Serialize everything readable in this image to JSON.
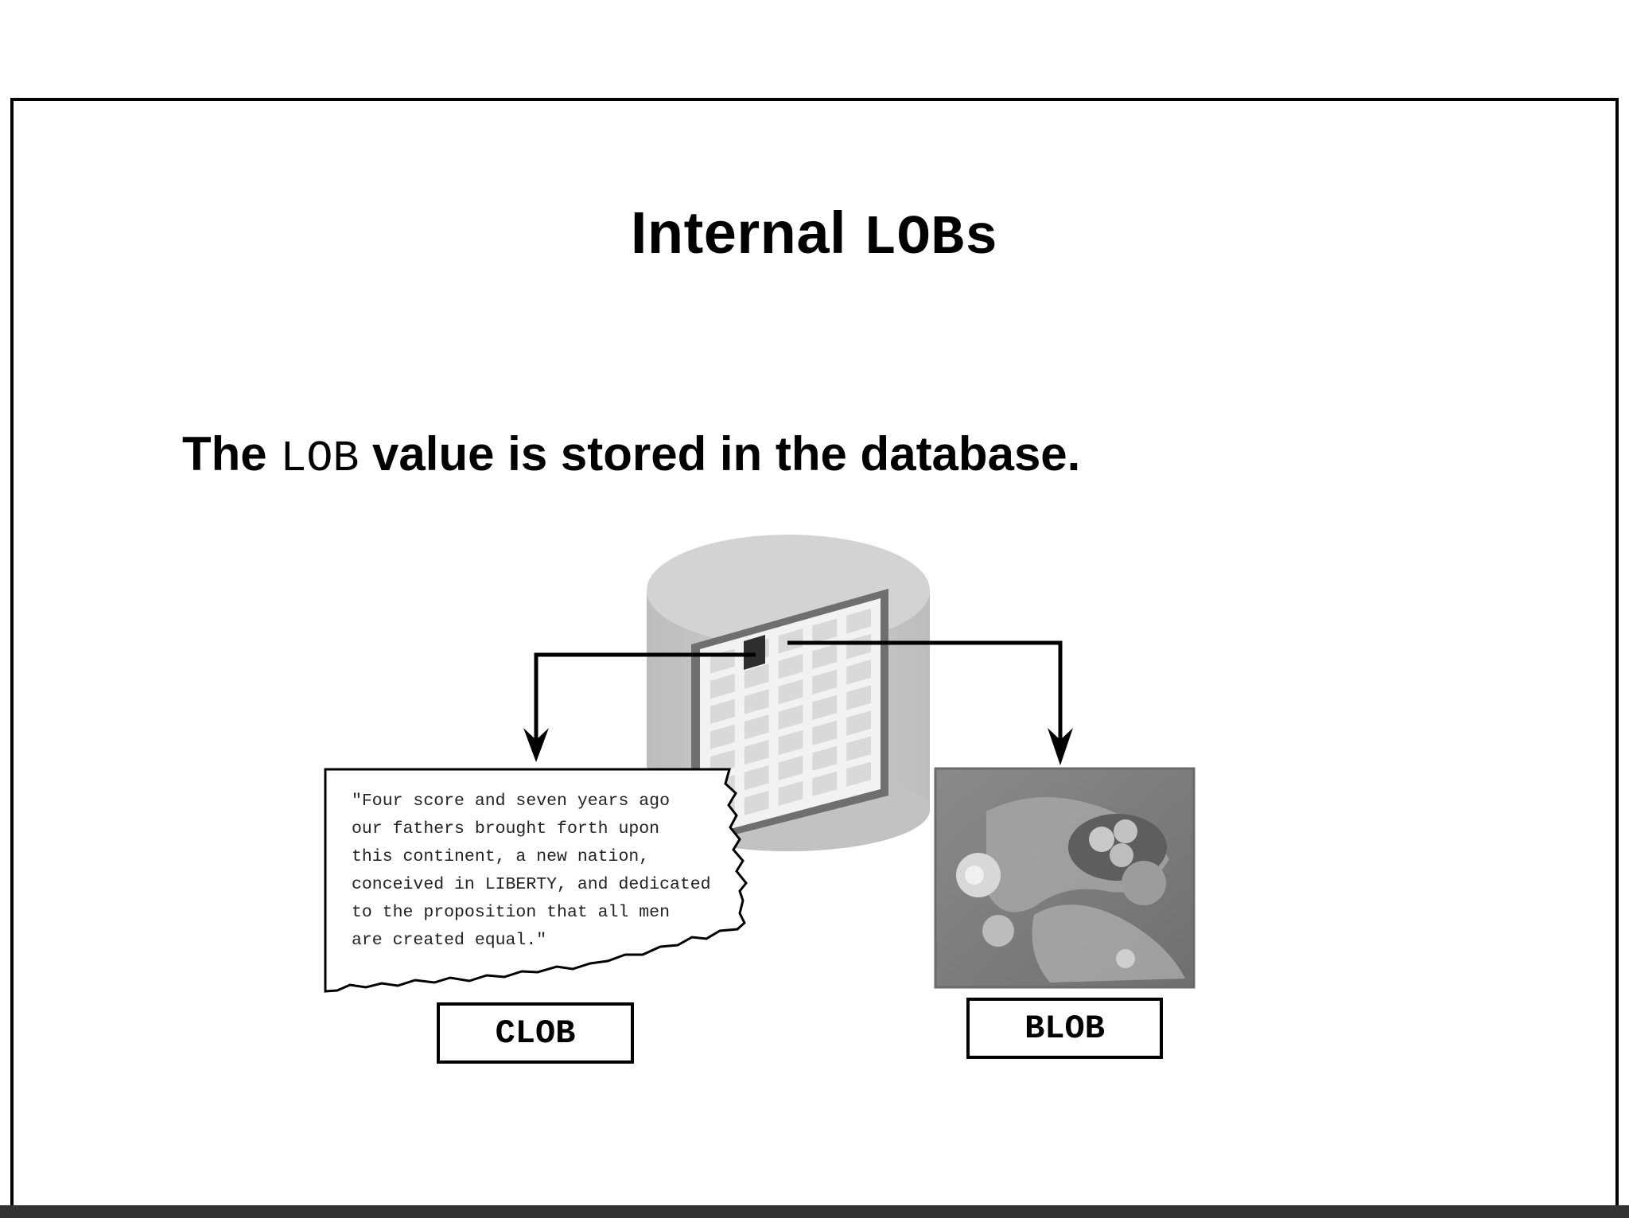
{
  "slide": {
    "title_prefix": "Internal ",
    "title_mono": "LOBs",
    "bullet_before": "The ",
    "bullet_mono": "LOB",
    "bullet_after": " value is stored in the database."
  },
  "clob": {
    "label": "CLOB",
    "text_lines": [
      "\"Four score and seven years ago",
      "our fathers brought forth upon",
      "this continent, a new nation,",
      "conceived in LIBERTY, and dedicated",
      "to the proposition that all men",
      "are created equal.\""
    ]
  },
  "blob": {
    "label": "BLOB",
    "image_icon": "still-life-photo-icon"
  },
  "database": {
    "icon": "database-cylinder-icon"
  },
  "colors": {
    "frame": "#000000",
    "cylinder_top": "#cfcfcf",
    "cylinder_body": "#c4c4c4",
    "grid_border": "#6e6e6e",
    "grid_cell": "#d7d7d7",
    "highlight_cell": "#2e2e2e"
  }
}
